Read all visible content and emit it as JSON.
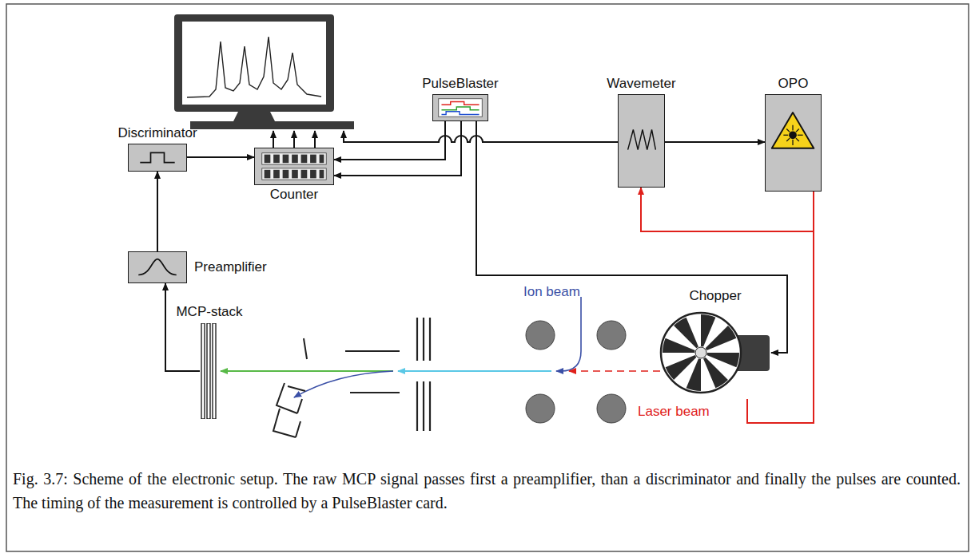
{
  "diagram": {
    "caption": "Fig. 3.7: Scheme of the electronic setup. The raw MCP signal passes first a preamplifier, than a discriminator and finally the pulses are counted. The timing of the measurement is controlled by a PulseBlaster card.",
    "nodes": [
      {
        "text": [
          "PulseBlaster"
        ]
      },
      {
        "text": [
          "Wavemeter"
        ]
      },
      {
        "text": [
          "OPO"
        ]
      },
      {
        "text": [
          "Discriminator"
        ]
      },
      {
        "text": [
          "Counter"
        ]
      },
      {
        "text": [
          "Preamplifier"
        ]
      },
      {
        "text": [
          "Chopper"
        ]
      },
      {
        "text": [
          "MCP-stack"
        ]
      }
    ],
    "edges": [
      {
        "from": 7,
        "to": 5,
        "arrow": "to"
      },
      {
        "from": 5,
        "to": 3,
        "arrow": "to"
      },
      {
        "from": 3,
        "to": 4,
        "arrow": "to"
      },
      {
        "from": 0,
        "to": 4,
        "arrow": "to"
      },
      {
        "from": 0,
        "to": 4,
        "arrow": "to"
      },
      {
        "from": 0,
        "to": 6,
        "arrow": "to"
      },
      {
        "from": 1,
        "to": 2,
        "arrow": "to"
      },
      {
        "from": 2,
        "to": 1,
        "arrow": "to"
      },
      {
        "from": 2,
        "to": 6,
        "arrow": "none"
      }
    ],
    "labels": [
      "Ion beam",
      "Laser beam"
    ]
  }
}
